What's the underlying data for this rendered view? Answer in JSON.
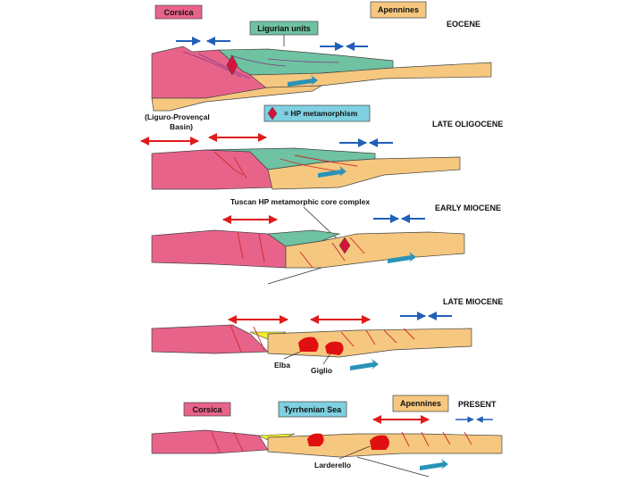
{
  "labels": {
    "corsica_top": "Corsica",
    "apennines_top": "Apennines",
    "ligurian_units": "Ligurian units",
    "hp_legend": "= HP metamorphism",
    "liguro_line1": "(Liguro-Provençal",
    "liguro_line2": "Basin)",
    "tuscan_core": "Tuscan HP metamorphic core complex",
    "elba": "Elba",
    "giglio": "Giglio",
    "corsica_bottom": "Corsica",
    "tyrrhenian": "Tyrrhenian Sea",
    "apennines_bottom": "Apennines",
    "larderello": "Larderello"
  },
  "stages": {
    "eocene": "EOCENE",
    "late_oligocene": "LATE OLIGOCENE",
    "early_miocene": "EARLY MIOCENE",
    "late_miocene": "LATE MIOCENE",
    "present": "PRESENT"
  },
  "colors": {
    "corsica": "#e8638a",
    "apennines": "#f6c77f",
    "ligurian": "#6fc2a2",
    "tyrrhenian": "#7fd0e0",
    "compression_arrow": "#1f5fb8",
    "extension_arrow": "#e01b1b",
    "granite": "#e01010",
    "basin_fill": "#f4ef2a",
    "slab_arrow": "#2a93b8"
  }
}
